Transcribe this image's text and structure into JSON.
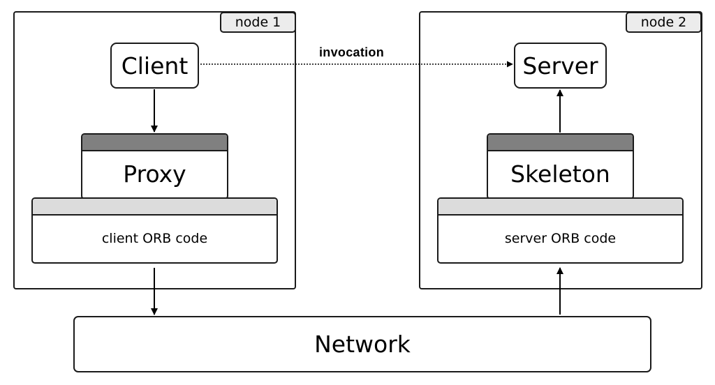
{
  "node1": {
    "tag": "node 1",
    "client": "Client",
    "proxy": "Proxy",
    "orb": "client ORB code"
  },
  "node2": {
    "tag": "node 2",
    "server": "Server",
    "skeleton": "Skeleton",
    "orb": "server ORB code"
  },
  "invocation_label": "invocation",
  "network_label": "Network"
}
